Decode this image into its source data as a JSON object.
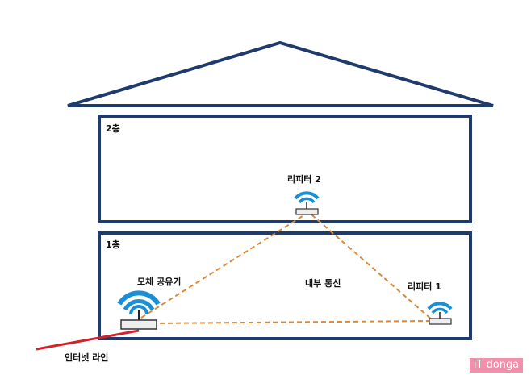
{
  "floors": {
    "second": "2층",
    "first": "1층"
  },
  "devices": {
    "main_router": "모체 공유기",
    "repeater2": "리피터 2",
    "repeater1": "리피터 1"
  },
  "labels": {
    "internal": "내부 통신",
    "internet": "인터넷 라인"
  },
  "logo": "iT donga",
  "colors": {
    "structure": "#1f3b6e",
    "dashed": "#d98a3a",
    "internet": "#d4202a",
    "wifi": "#1a8fd6"
  }
}
